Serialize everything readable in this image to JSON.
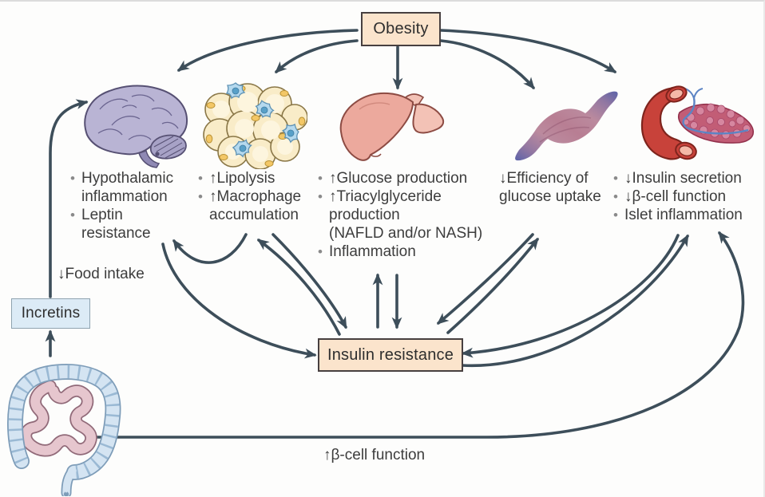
{
  "boxes": {
    "obesity": "Obesity",
    "insulin_resistance": "Insulin resistance",
    "incretins": "Incretins"
  },
  "labels": {
    "food_intake": "↓Food intake",
    "beta_cell_function": "↑β-cell function",
    "bullet_char": "•"
  },
  "organs": {
    "brain": {
      "icon": "brain-icon",
      "bullets": [
        "Hypothalamic\ninflammation",
        "Leptin\nresistance"
      ]
    },
    "adipose_tissue": {
      "icon": "adipose-tissue-icon",
      "bullets": [
        "↑Lipolysis",
        "↑Macrophage\naccumulation"
      ]
    },
    "liver": {
      "icon": "liver-icon",
      "bullets": [
        "↑Glucose production",
        "↑Triacylglyceride\nproduction\n(NAFLD and/or NASH)",
        "Inflammation"
      ]
    },
    "muscle": {
      "icon": "muscle-icon",
      "note": "↓Efficiency of\nglucose uptake"
    },
    "pancreas": {
      "icon": "pancreas-icon",
      "bullets": [
        "↓Insulin secretion",
        "↓β-cell function",
        "Islet inflammation"
      ]
    },
    "intestine": {
      "icon": "intestine-icon"
    }
  },
  "colors": {
    "arrow_color": "#3d4e5a",
    "peach_fill": "#fbe4cc",
    "peach_border": "#474040",
    "blue_fill": "#dcebf6",
    "blue_border": "#8fa3b0",
    "text_color": "#3d3d3d",
    "bullet_color": "#8a8a8a"
  }
}
